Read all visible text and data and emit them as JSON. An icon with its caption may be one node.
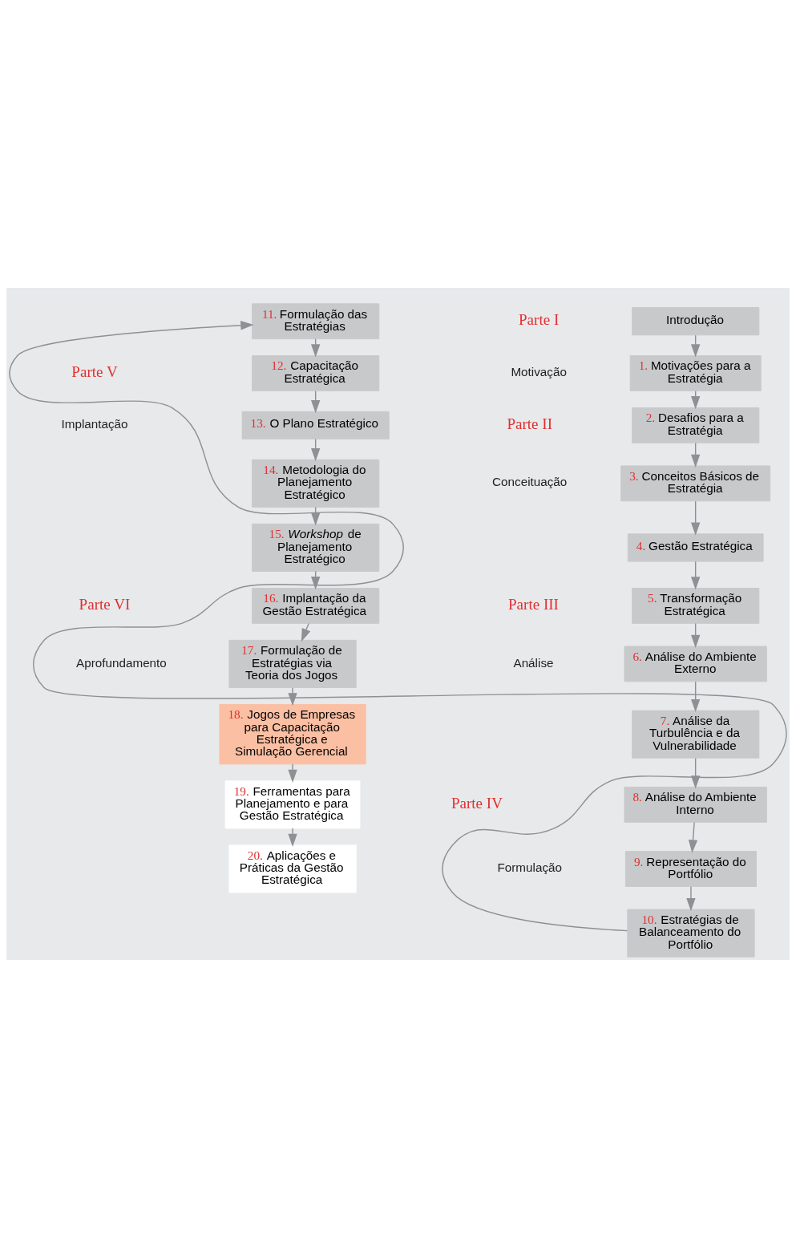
{
  "diagram": {
    "nodes": [
      {
        "text": [
          "Introdução"
        ]
      },
      {
        "text": [
          "1. Motivações para a Estratégia"
        ]
      },
      {
        "text": [
          "2. Desafios para a Estratégia"
        ]
      },
      {
        "text": [
          "3. Conceitos Básicos de Estratégia"
        ]
      },
      {
        "text": [
          "4. Gestão Estratégica"
        ]
      },
      {
        "text": [
          "5. Transformação Estratégica"
        ]
      },
      {
        "text": [
          "6. Análise do Ambiente Externo"
        ]
      },
      {
        "text": [
          "7. Análise da Turbulência e da Vulnerabilidade"
        ]
      },
      {
        "text": [
          "8. Análise do Ambiente Interno"
        ]
      },
      {
        "text": [
          "9. Representação do Portfólio"
        ]
      },
      {
        "text": [
          "10. Estratégias de Balanceamento do Portfólio"
        ]
      },
      {
        "text": [
          "11. Formulação das Estratégias"
        ]
      },
      {
        "text": [
          "12. Capacitação Estratégica"
        ]
      },
      {
        "text": [
          "13. O Plano Estratégico"
        ]
      },
      {
        "text": [
          "14. Metodologia do Planejamento Estratégico"
        ]
      },
      {
        "text": [
          "15. *Workshop* de Planejamento Estratégico"
        ]
      },
      {
        "text": [
          "16. Implantação da Gestão Estratégica"
        ]
      },
      {
        "text": [
          "17. Formulação de Estratégias via Teoria dos Jogos"
        ]
      },
      {
        "text": [
          "18. Jogos de Empresas para Capacitação Estratégica e Simulação Gerencial"
        ]
      },
      {
        "text": [
          "19. Ferramentas para Planejamento e para Gestão Estratégica"
        ]
      },
      {
        "text": [
          "20. Aplicações e Práticas da Gestão Estratégica"
        ]
      }
    ],
    "edges": [
      {
        "from": 0,
        "to": 1,
        "arrow": "to"
      },
      {
        "from": 1,
        "to": 2,
        "arrow": "to"
      },
      {
        "from": 2,
        "to": 3,
        "arrow": "to"
      },
      {
        "from": 3,
        "to": 4,
        "arrow": "to"
      },
      {
        "from": 4,
        "to": 5,
        "arrow": "to"
      },
      {
        "from": 5,
        "to": 6,
        "arrow": "to"
      },
      {
        "from": 6,
        "to": 7,
        "arrow": "to"
      },
      {
        "from": 7,
        "to": 8,
        "arrow": "to"
      },
      {
        "from": 8,
        "to": 9,
        "arrow": "to"
      },
      {
        "from": 9,
        "to": 10,
        "arrow": "to"
      },
      {
        "from": 10,
        "to": 11,
        "arrow": "to"
      },
      {
        "from": 11,
        "to": 12,
        "arrow": "to"
      },
      {
        "from": 12,
        "to": 13,
        "arrow": "to"
      },
      {
        "from": 13,
        "to": 14,
        "arrow": "to"
      },
      {
        "from": 14,
        "to": 15,
        "arrow": "to"
      },
      {
        "from": 15,
        "to": 16,
        "arrow": "to"
      },
      {
        "from": 16,
        "to": 17,
        "arrow": "to"
      },
      {
        "from": 17,
        "to": 18,
        "arrow": "to"
      },
      {
        "from": 18,
        "to": 19,
        "arrow": "to"
      },
      {
        "from": 19,
        "to": 20,
        "arrow": "to"
      }
    ],
    "labels": [
      "Parte I",
      "Motivação",
      "Parte II",
      "Conceituação",
      "Parte III",
      "Análise",
      "Parte IV",
      "Formulação",
      "Parte V",
      "Implantação",
      "Parte VI",
      "Aprofundamento"
    ]
  }
}
